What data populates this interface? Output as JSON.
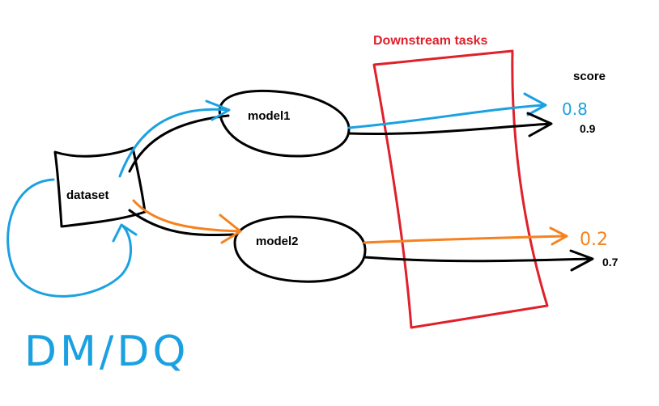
{
  "title": "Downstream tasks",
  "score_header": "score",
  "nodes": {
    "dataset": "dataset",
    "model1": "model1",
    "model2": "model2"
  },
  "scores": {
    "model1_blue": "0.8",
    "model1_black": "0.9",
    "model2_orange": "0.2",
    "model2_black": "0.7"
  },
  "loop_label": "DM/DQ",
  "colors": {
    "black": "#000000",
    "blue": "#1ba1e2",
    "orange": "#f5821f",
    "red": "#e0202a"
  }
}
